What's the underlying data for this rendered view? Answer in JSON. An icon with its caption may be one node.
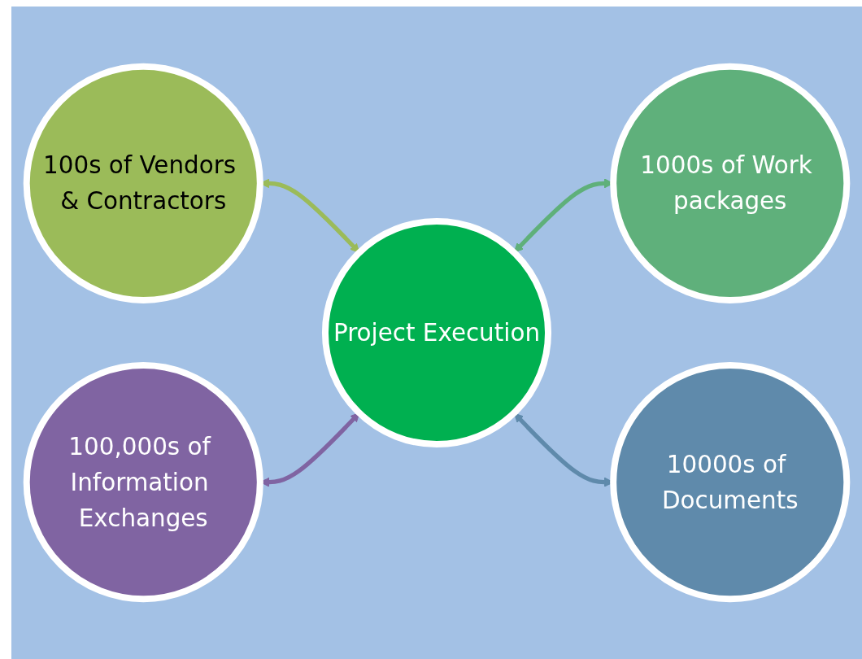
{
  "diagram": {
    "nodes": [
      {
        "text": [
          "100s of Vendors & Contractors"
        ]
      },
      {
        "text": [
          "100,000s of Information Exchanges"
        ]
      },
      {
        "text": [
          "Project Execution"
        ]
      },
      {
        "text": [
          "1000s of Work packages"
        ]
      },
      {
        "text": [
          "10000s of Documents"
        ]
      }
    ],
    "edges": [
      {
        "from": 0,
        "to": 2,
        "arrow": "both",
        "color": "#9bbb59"
      },
      {
        "from": 1,
        "to": 2,
        "arrow": "both",
        "color": "#8064a2"
      },
      {
        "from": 2,
        "to": 3,
        "arrow": "both",
        "color": "#5fb07a"
      },
      {
        "from": 2,
        "to": 4,
        "arrow": "both",
        "color": "#5f8aab"
      }
    ]
  }
}
